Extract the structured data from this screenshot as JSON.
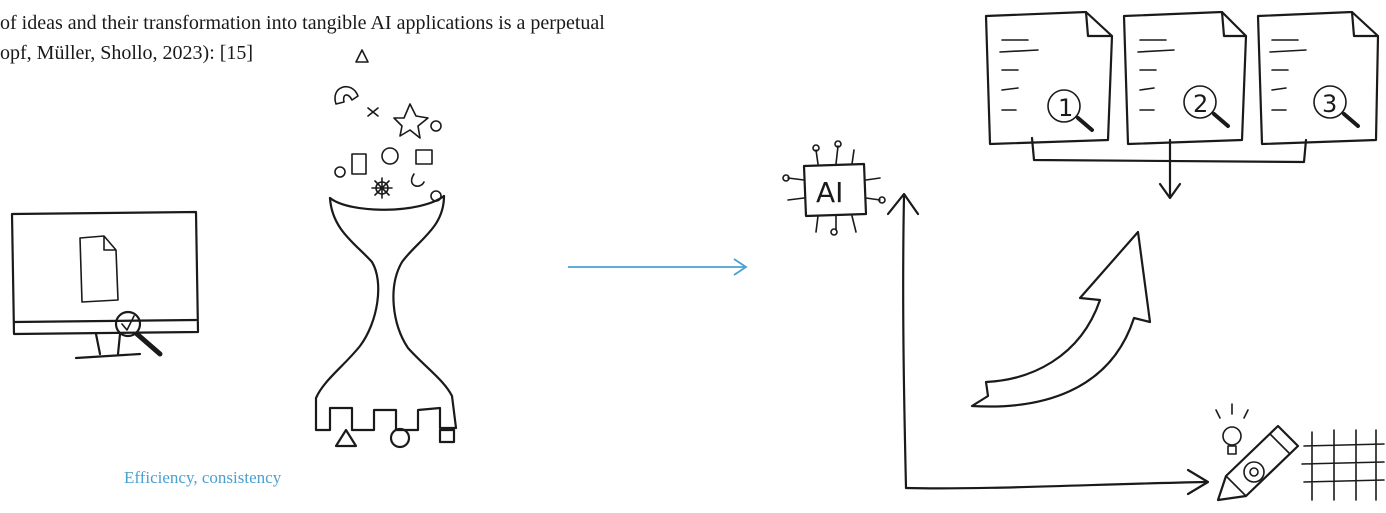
{
  "paragraph": {
    "line1": "of ideas and their transformation into tangible AI applications is a perpetual",
    "line2": "opf, Müller, Shollo, 2023): [15]"
  },
  "diagram": {
    "caption": "Efficiency, consistency",
    "chip_label": "AI",
    "document_numbers": [
      "1",
      "2",
      "3"
    ],
    "arrow_color": "#4aa0cf"
  }
}
